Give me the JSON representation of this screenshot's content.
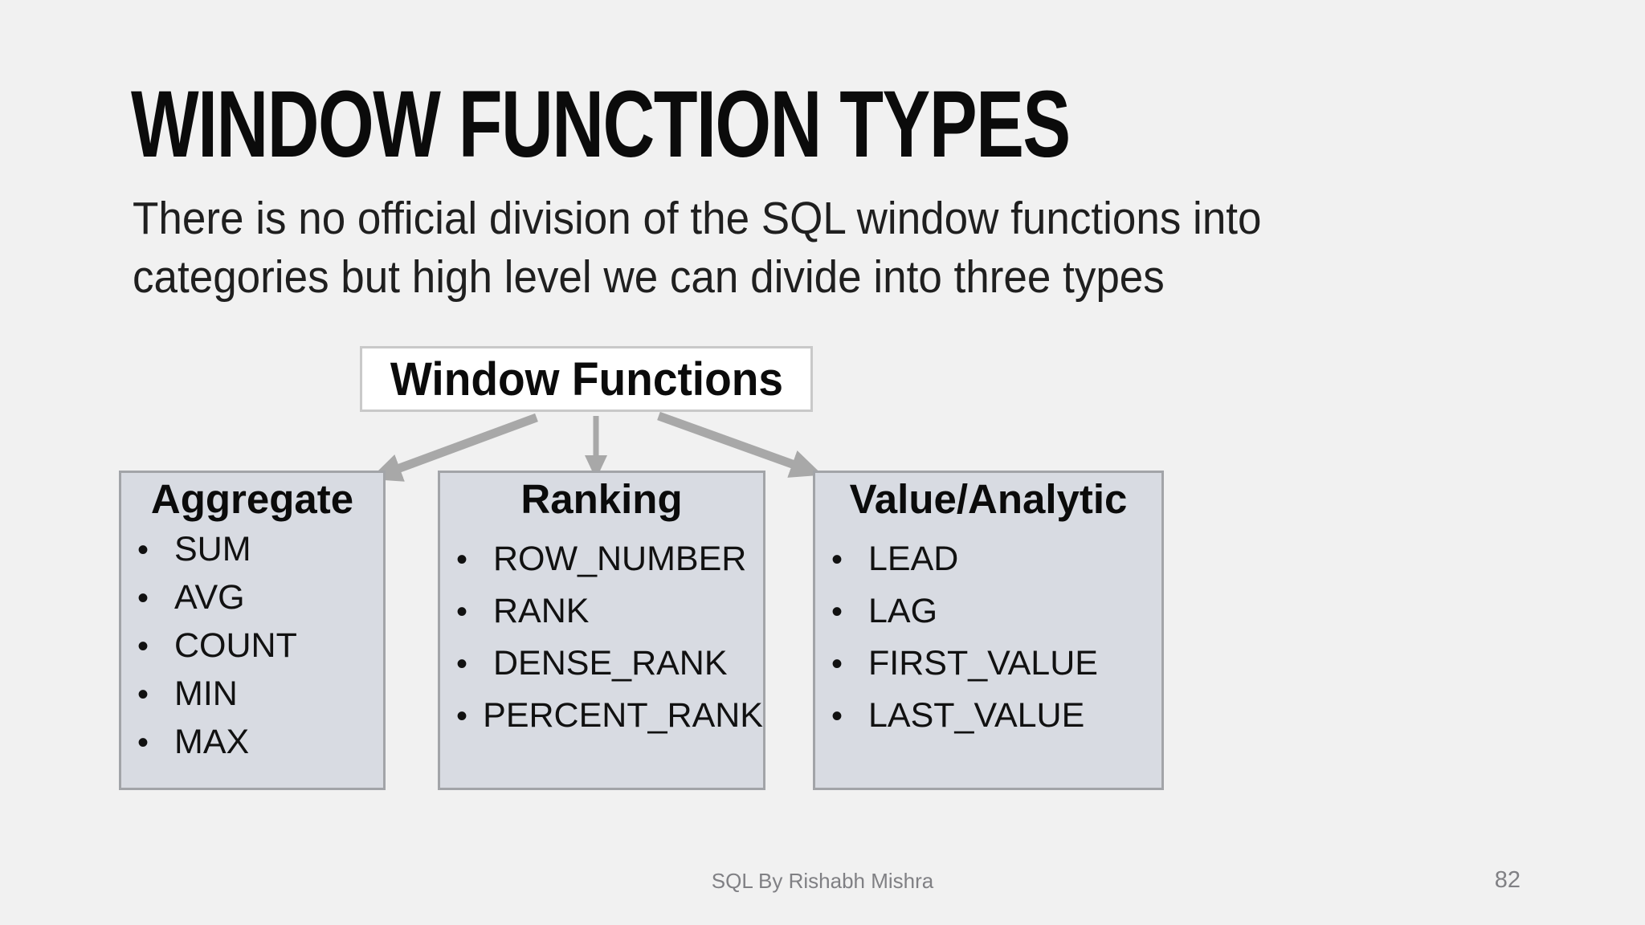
{
  "slide": {
    "title": "WINDOW FUNCTION TYPES",
    "subtitle_lines": [
      "There is no official division of the SQL window functions into",
      "categories but high level we can divide into three types"
    ],
    "diagram": {
      "root_label": "Window Functions",
      "categories": [
        {
          "name": "Aggregate",
          "items": [
            "SUM",
            "AVG",
            "COUNT",
            "MIN",
            "MAX"
          ]
        },
        {
          "name": "Ranking",
          "items": [
            "ROW_NUMBER",
            "RANK",
            "DENSE_RANK",
            "PERCENT_RANK"
          ]
        },
        {
          "name": "Value/Analytic",
          "items": [
            "LEAD",
            "LAG",
            "FIRST_VALUE",
            "LAST_VALUE"
          ]
        }
      ]
    },
    "footer": {
      "credit": "SQL By Rishabh Mishra",
      "page_number": "82"
    },
    "colors": {
      "background": "#f1f1f1",
      "text": "#111111",
      "subtitle_text": "#1f1f1f",
      "root_box_fill": "#ffffff",
      "root_box_border": "#c9c9c9",
      "category_box_fill": "#d8dbe2",
      "category_box_border": "#a2a4a8",
      "arrow": "#a8a8a8",
      "footer_text": "#808084"
    }
  }
}
